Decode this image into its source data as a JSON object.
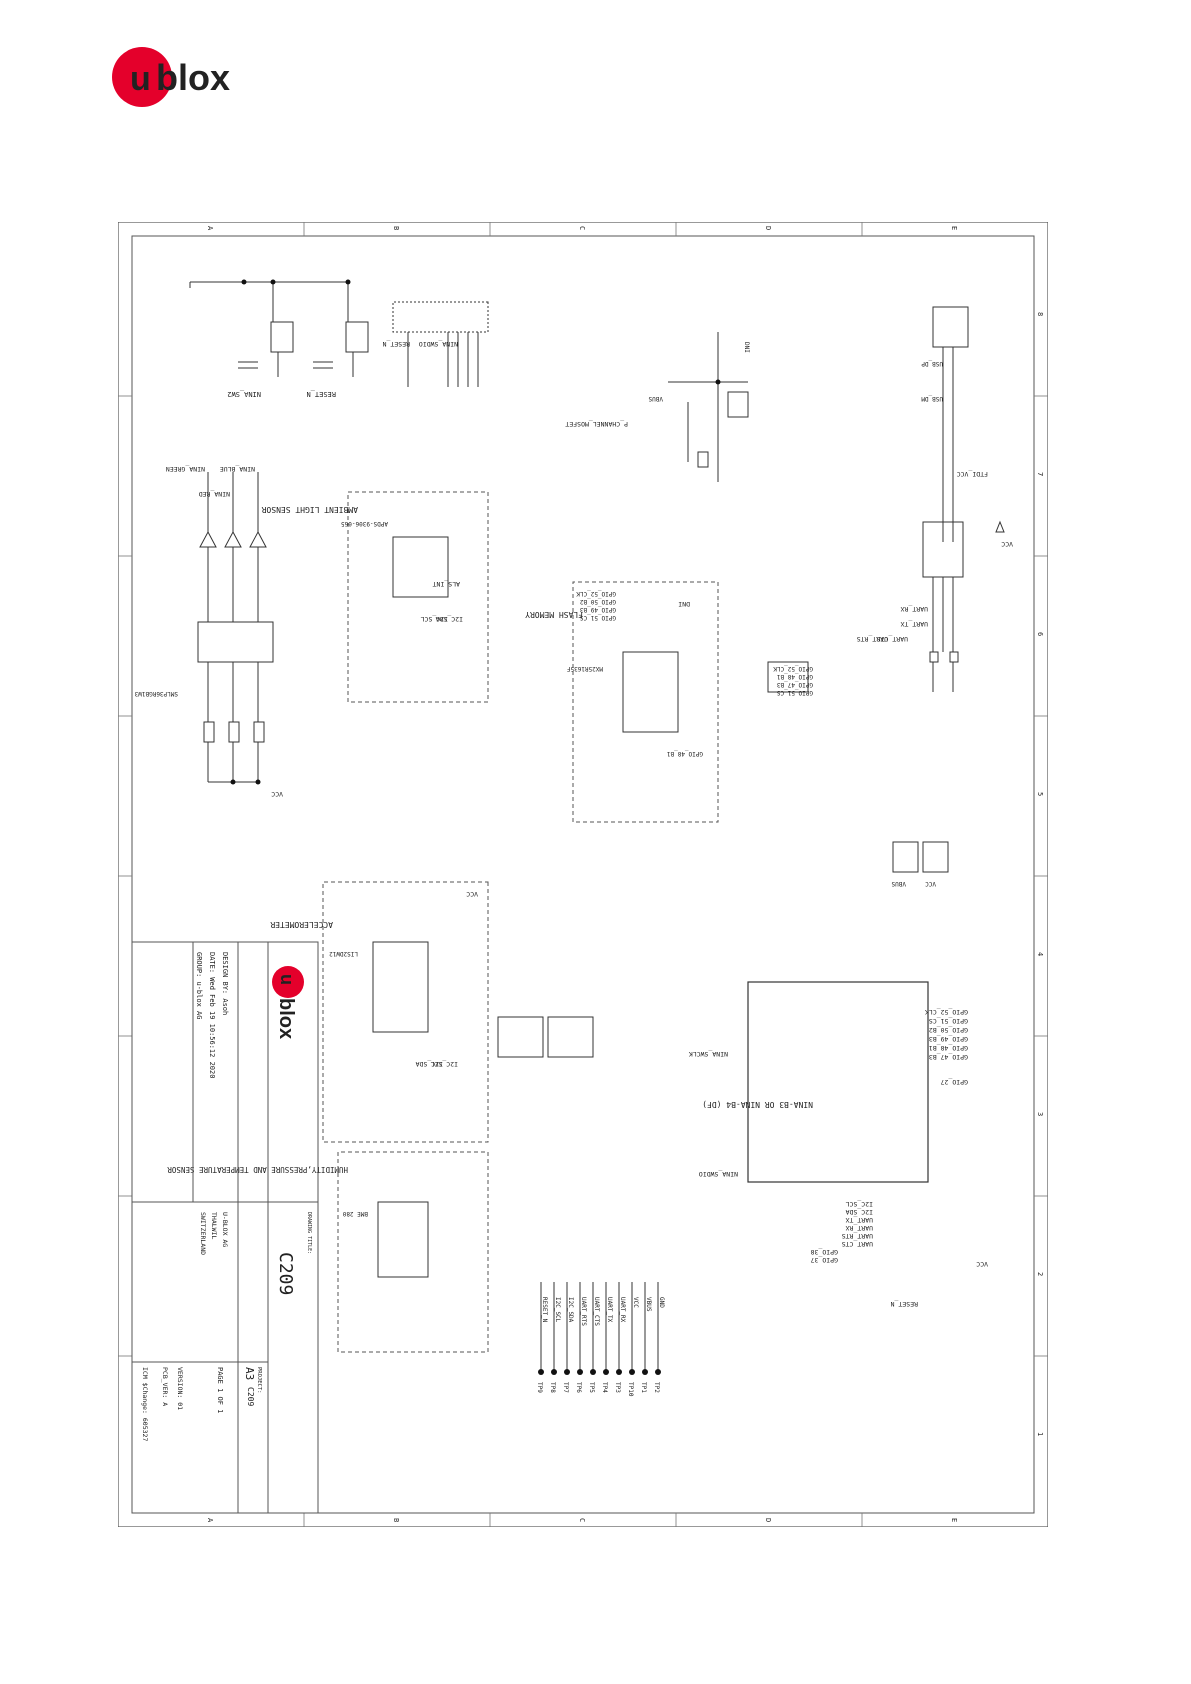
{
  "logo": {
    "text_u": "u",
    "text_rest": "blox",
    "brand_color": "#e4002b"
  },
  "frame": {
    "zone_letters": [
      "A",
      "B",
      "C",
      "D",
      "E"
    ],
    "zone_numbers": [
      "8",
      "7",
      "6",
      "5",
      "4",
      "3",
      "2",
      "1"
    ]
  },
  "title_block": {
    "design_by": "DESIGN BY: Asoh",
    "date": "DATE: Wed Feb 19 10:56:12 2020",
    "group": "GROUP: u-blox AG",
    "company": [
      "U-BLOX AG",
      "THALWIL",
      "SWITZERLAND"
    ],
    "drawing_title_label": "DRAWING TITLE:",
    "drawing_title": "C209",
    "project_label": "PROJECT:",
    "project": "C209",
    "size": "A3",
    "page": "PAGE 1 OF 1",
    "version": "VERSION: 01",
    "pcb_ver": "PCB_VER: A",
    "icm": "ICM $Change: 605327"
  },
  "blocks": {
    "ambient": "AMBIENT LIGHT SENSOR",
    "ambient_part": "APDS-9306-065",
    "flash": "FLASH MEMORY",
    "flash_part": "MX25R1635F",
    "accel": "ACCELEROMETER",
    "accel_part": "LIS2DW12",
    "humidity": "HUMIDITY,PRESSURE AND TEMPERATURE SENSOR",
    "humidity_part": "BME 280",
    "module": "NINA-B3 OR NINA-B4 (DF)",
    "pmos": "P_CHANNEL_MOSFET",
    "ftdi": "FTDI_VCC",
    "rgb": "SMLP36RGB1W3"
  },
  "nets": {
    "vcc": "VCC",
    "ninasw2": "NINA_SW2",
    "resetn": "RESET_N",
    "swdio": "NINA_SWDIO",
    "swdclk": "NINA_SWCLK",
    "blue": "NINA_BLUE",
    "red": "NINA_RED",
    "green": "NINA_GREEN",
    "als_int": "ALS_INT",
    "i2c_sda": "I2C_SDA",
    "i2c_scl": "I2C_SCL",
    "uart_rx": "UART_RX",
    "uart_tx": "UART_TX",
    "uart_cts": "UART_CTS",
    "uart_rts": "UART_RTS",
    "vbus": "VBUS",
    "gnd": "GND",
    "gpio52": "GPIO_52_CLK",
    "gpio51": "GPIO_51_CS",
    "gpio50": "GPIO_50_B2",
    "gpio49": "GPIO_49_B3",
    "gpio48": "GPIO_48_B1",
    "gpio47": "GPIO_47_B3",
    "gpio27": "GPIO_27",
    "gpio38": "GPIO_38",
    "gpio37": "GPIO_37",
    "usb_dp": "USB_DP",
    "usb_dm": "USB_DM",
    "dni": "DNI",
    "tp": [
      "TP2",
      "TP1",
      "TP10",
      "TP3",
      "TP4",
      "TP5",
      "TP6",
      "TP7",
      "TP8",
      "TP9"
    ]
  }
}
